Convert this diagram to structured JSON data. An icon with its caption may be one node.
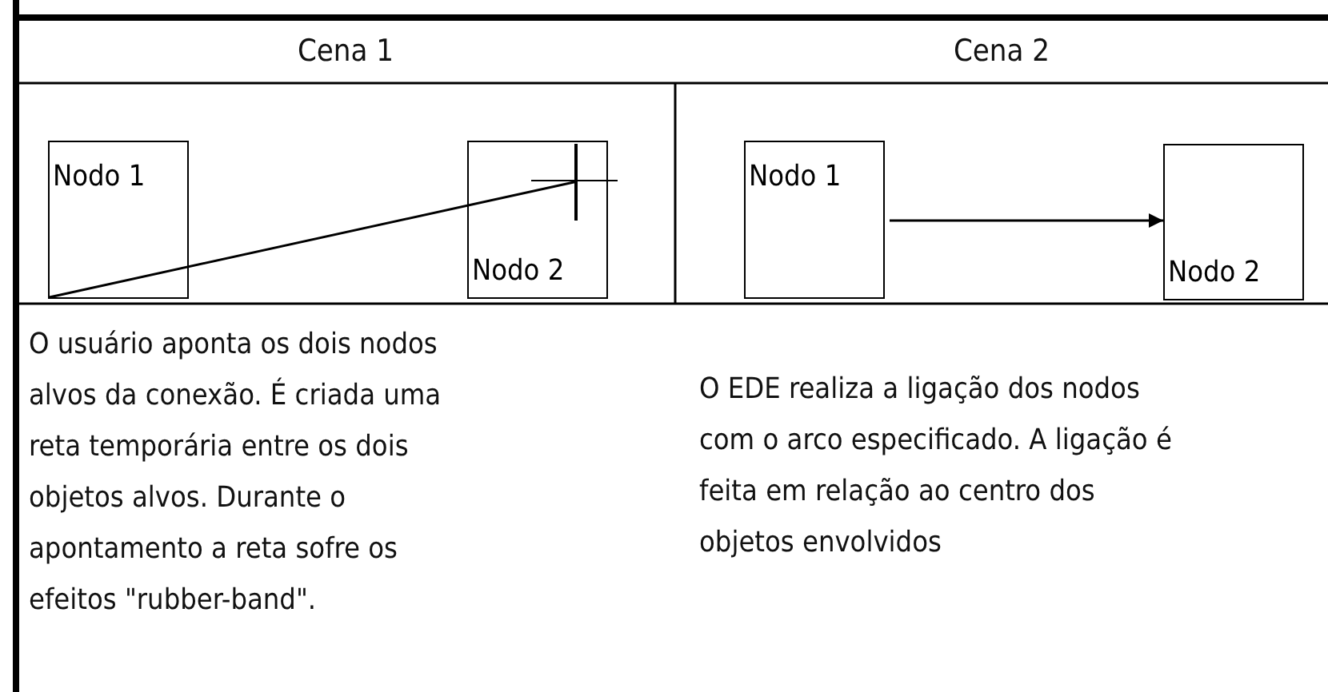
{
  "diagram": {
    "nodes": [
      {
        "text": [
          "Nodo 1"
        ]
      },
      {
        "text": [
          "Nodo 2"
        ]
      },
      {
        "text": [
          "Nodo 1"
        ]
      },
      {
        "text": [
          "Nodo 2"
        ]
      }
    ],
    "edges": [
      {
        "from": 0,
        "to": 1,
        "arrow": "none"
      },
      {
        "from": 2,
        "to": 3,
        "arrow": "to"
      }
    ],
    "labels": [
      "Cena 1",
      "Cena 2",
      "O usuário aponta os dois nodos alvos da conexão. É criada uma reta temporária entre os dois objetos alvos. Durante o apontamento a reta sofre os efeitos \"rubber-band\".",
      "O EDE realiza a ligação dos nodos com o arco especificado. A ligação é feita em relação ao centro dos objetos envolvidos"
    ]
  }
}
